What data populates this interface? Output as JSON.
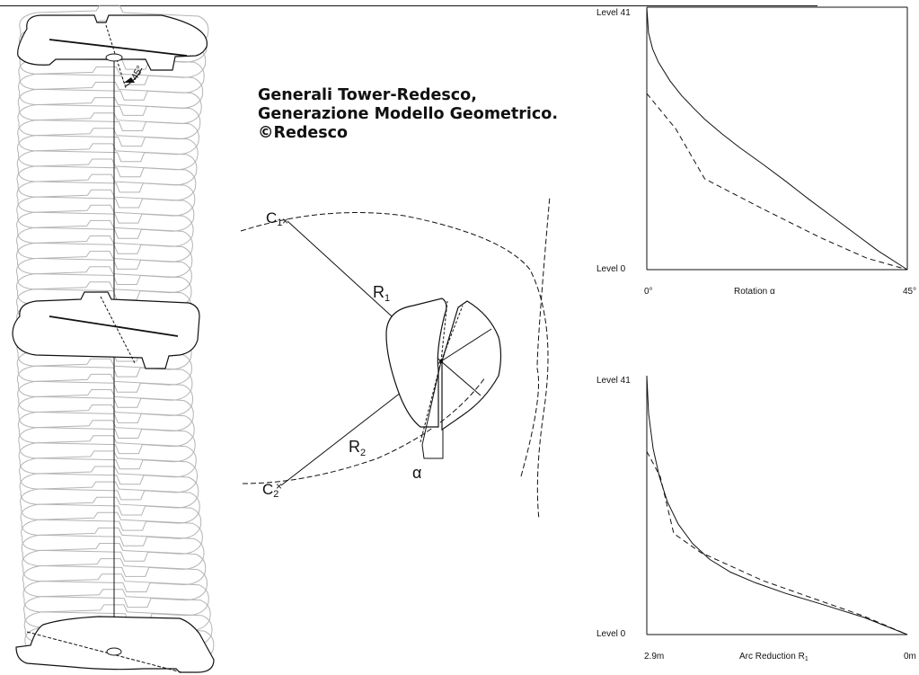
{
  "title": {
    "line1": "Generali Tower-Redesco,",
    "line2": "Generazione Modello Geometrico.",
    "line3": "©Redesco"
  },
  "tower": {
    "angle_label": "45°",
    "floor_count": 41
  },
  "geometry": {
    "c1": "C",
    "c1_sub": "1",
    "c2": "C",
    "c2_sub": "2",
    "r1": "R",
    "r1_sub": "1",
    "r2": "R",
    "r2_sub": "2",
    "alpha": "α"
  },
  "colors": {
    "line": "#111111",
    "floor_outline": "#b4b4b4"
  },
  "chart_data": [
    {
      "type": "line",
      "y_top_label": "Level 41",
      "y_bottom_label": "Level 0",
      "x_left_label": "0°",
      "x_right_label": "45°",
      "xlabel": "Rotation α",
      "ylim": [
        0,
        41
      ],
      "xlim": [
        0,
        45
      ],
      "series": [
        {
          "style": "solid",
          "points": [
            [
              0,
              41
            ],
            [
              0.3,
              37
            ],
            [
              1,
              34.5
            ],
            [
              2,
              32.4
            ],
            [
              4,
              29.5
            ],
            [
              6,
              27.2
            ],
            [
              8,
              25.3
            ],
            [
              10,
              23.5
            ],
            [
              13,
              21.2
            ],
            [
              16,
              19.1
            ],
            [
              20,
              16.5
            ],
            [
              24,
              13.8
            ],
            [
              28,
              11
            ],
            [
              32,
              8.3
            ],
            [
              36,
              5.6
            ],
            [
              40,
              2.9
            ],
            [
              45,
              0
            ]
          ]
        },
        {
          "style": "dashed",
          "points": [
            [
              0,
              27.5
            ],
            [
              5,
              22
            ],
            [
              10,
              14.2
            ],
            [
              20,
              9.5
            ],
            [
              30,
              5
            ],
            [
              38,
              1.8
            ],
            [
              45,
              0
            ]
          ]
        }
      ]
    },
    {
      "type": "line",
      "y_top_label": "Level 41",
      "y_bottom_label": "Level 0",
      "x_left_label": "2.9m",
      "x_right_label": "0m",
      "xlabel": "Arc Reduction R",
      "xlabel_sub": "1",
      "ylim": [
        0,
        41
      ],
      "xlim": [
        2.9,
        0
      ],
      "series": [
        {
          "style": "solid",
          "points": [
            [
              2.9,
              41
            ],
            [
              2.88,
              35
            ],
            [
              2.83,
              29.5
            ],
            [
              2.76,
              25
            ],
            [
              2.67,
              21
            ],
            [
              2.55,
              17.5
            ],
            [
              2.39,
              14.4
            ],
            [
              2.2,
              11.9
            ],
            [
              1.97,
              9.9
            ],
            [
              1.69,
              8.2
            ],
            [
              1.35,
              6.5
            ],
            [
              0.95,
              4.8
            ],
            [
              0.48,
              2.7
            ],
            [
              0,
              0
            ]
          ]
        },
        {
          "style": "dashed",
          "points": [
            [
              2.9,
              29
            ],
            [
              2.75,
              25
            ],
            [
              2.6,
              16
            ],
            [
              2.3,
              13
            ],
            [
              1.6,
              8.5
            ],
            [
              1.0,
              5.5
            ],
            [
              0.5,
              3
            ],
            [
              0,
              0
            ]
          ]
        }
      ]
    }
  ]
}
